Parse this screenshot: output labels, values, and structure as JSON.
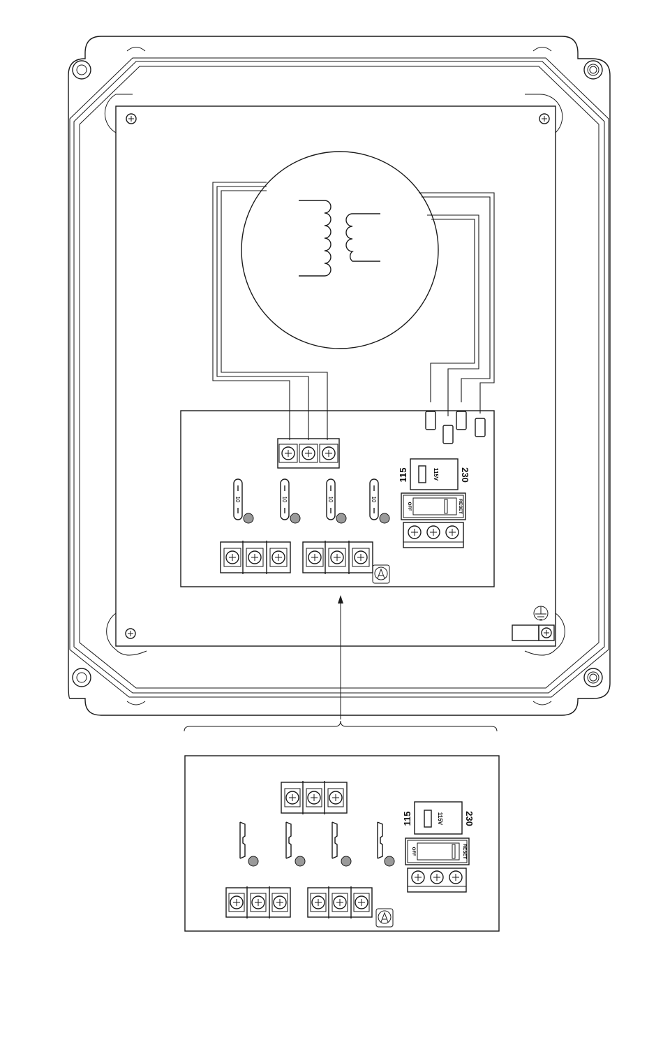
{
  "labels": {
    "voltage_low": "115",
    "voltage_high": "230",
    "selector_label": "115V",
    "breaker_off": "OFF",
    "breaker_reset": "RESET",
    "fuse_rating": "10"
  },
  "fuses": [
    {
      "rating": "10"
    },
    {
      "rating": "10"
    },
    {
      "rating": "10"
    },
    {
      "rating": "10"
    }
  ],
  "colors": {
    "line": "#1a1a1a",
    "indicator_lamp": "#9a9a9a",
    "background": "#ffffff"
  }
}
